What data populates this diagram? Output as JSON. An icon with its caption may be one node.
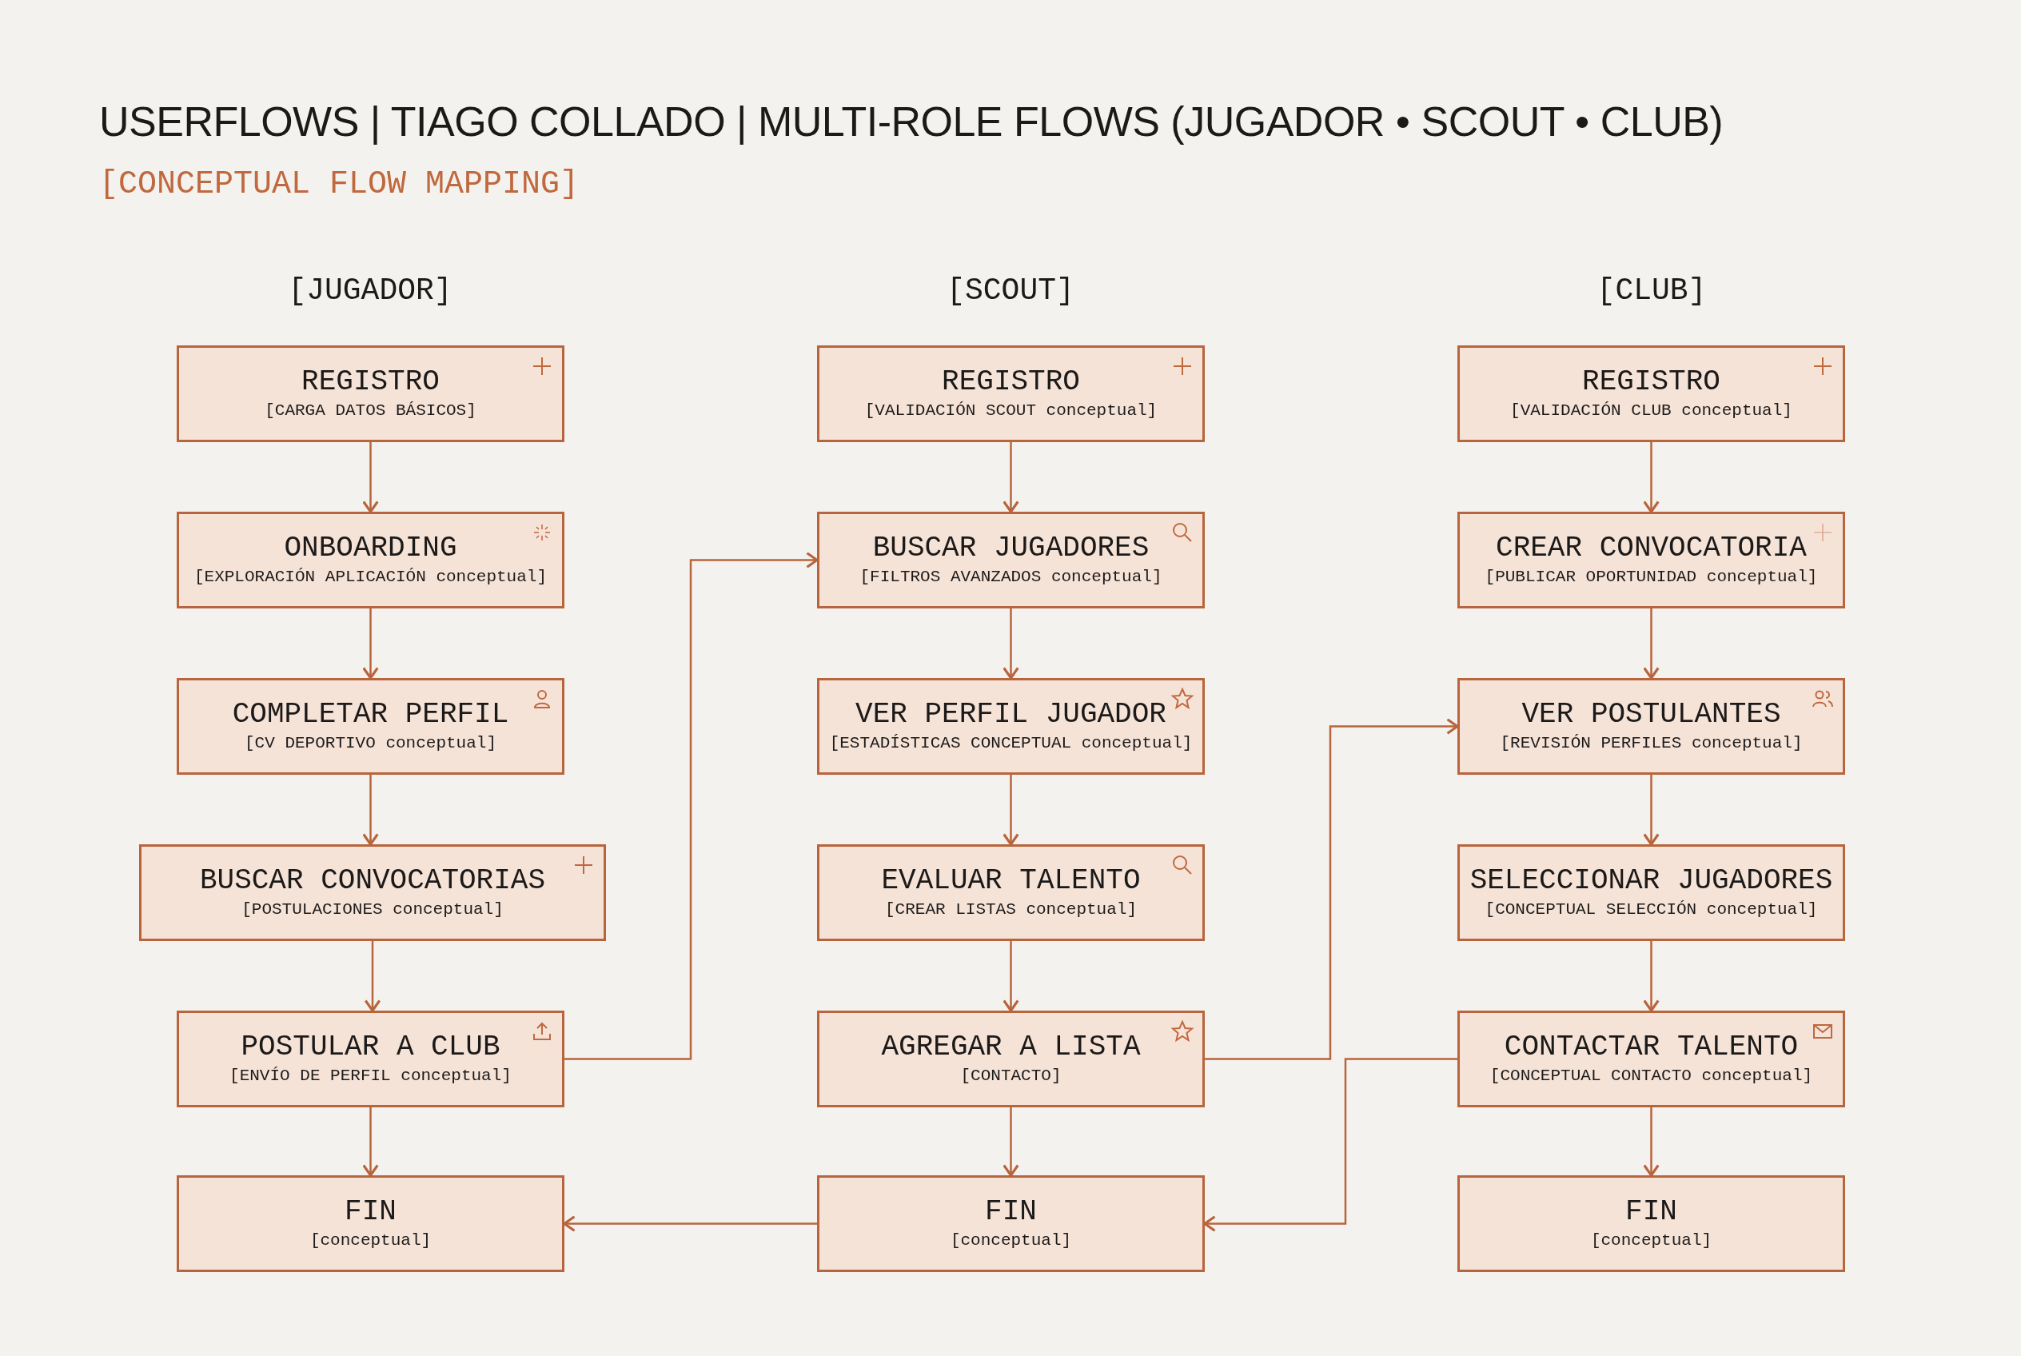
{
  "diagram": {
    "title": "USERFLOWS | TIAGO COLLADO | MULTI-ROLE FLOWS (JUGADOR • SCOUT • CLUB)",
    "caption": "[CONCEPTUAL FLOW MAPPING]",
    "nodes": [
      {
        "text": [
          "REGISTRO",
          "[CARGA DATOS BÁSICOS]"
        ]
      },
      {
        "text": [
          "ONBOARDING",
          "[EXPLORACIÓN APLICACIÓN conceptual]"
        ]
      },
      {
        "text": [
          "COMPLETAR PERFIL",
          "[CV DEPORTIVO conceptual]"
        ]
      },
      {
        "text": [
          "BUSCAR CONVOCATORIAS",
          "[POSTULACIONES conceptual]"
        ]
      },
      {
        "text": [
          "POSTULAR A CLUB",
          "[ENVÍO DE PERFIL conceptual]"
        ]
      },
      {
        "text": [
          "FIN",
          "[conceptual]"
        ]
      },
      {
        "text": [
          "REGISTRO",
          "[VALIDACIÓN SCOUT conceptual]"
        ]
      },
      {
        "text": [
          "BUSCAR JUGADORES",
          "[FILTROS AVANZADOS conceptual]"
        ]
      },
      {
        "text": [
          "VER PERFIL JUGADOR",
          "[ESTADÍSTICAS CONCEPTUAL conceptual]"
        ]
      },
      {
        "text": [
          "EVALUAR TALENTO",
          "[CREAR LISTAS conceptual]"
        ]
      },
      {
        "text": [
          "AGREGAR A LISTA",
          "[CONTACTO]"
        ]
      },
      {
        "text": [
          "FIN",
          "[conceptual]"
        ]
      },
      {
        "text": [
          "REGISTRO",
          "[VALIDACIÓN CLUB conceptual]"
        ]
      },
      {
        "text": [
          "CREAR CONVOCATORIA",
          "[PUBLICAR OPORTUNIDAD conceptual]"
        ]
      },
      {
        "text": [
          "VER POSTULANTES",
          "[REVISIÓN PERFILES conceptual]"
        ]
      },
      {
        "text": [
          "SELECCIONAR JUGADORES",
          "[CONCEPTUAL SELECCIÓN conceptual]"
        ]
      },
      {
        "text": [
          "CONTACTAR TALENTO",
          "[CONCEPTUAL CONTACTO conceptual]"
        ]
      },
      {
        "text": [
          "FIN",
          "[conceptual]"
        ]
      }
    ],
    "edges": [
      {
        "from": 0,
        "to": 1,
        "arrow": "to"
      },
      {
        "from": 1,
        "to": 2,
        "arrow": "to"
      },
      {
        "from": 2,
        "to": 3,
        "arrow": "to"
      },
      {
        "from": 3,
        "to": 4,
        "arrow": "to"
      },
      {
        "from": 4,
        "to": 5,
        "arrow": "to"
      },
      {
        "from": 6,
        "to": 7,
        "arrow": "to"
      },
      {
        "from": 7,
        "to": 8,
        "arrow": "to"
      },
      {
        "from": 8,
        "to": 9,
        "arrow": "to"
      },
      {
        "from": 9,
        "to": 10,
        "arrow": "to"
      },
      {
        "from": 10,
        "to": 11,
        "arrow": "to"
      },
      {
        "from": 12,
        "to": 13,
        "arrow": "to"
      },
      {
        "from": 13,
        "to": 14,
        "arrow": "to"
      },
      {
        "from": 14,
        "to": 15,
        "arrow": "to"
      },
      {
        "from": 15,
        "to": 16,
        "arrow": "to"
      },
      {
        "from": 16,
        "to": 17,
        "arrow": "to"
      },
      {
        "from": 4,
        "to": 7,
        "arrow": "to"
      },
      {
        "from": 10,
        "to": 14,
        "arrow": "to"
      },
      {
        "from": 16,
        "to": 11,
        "arrow": "to"
      },
      {
        "from": 11,
        "to": 5,
        "arrow": "to"
      }
    ],
    "labels": [
      "[JUGADOR]",
      "[SCOUT]",
      "[CLUB]"
    ]
  }
}
